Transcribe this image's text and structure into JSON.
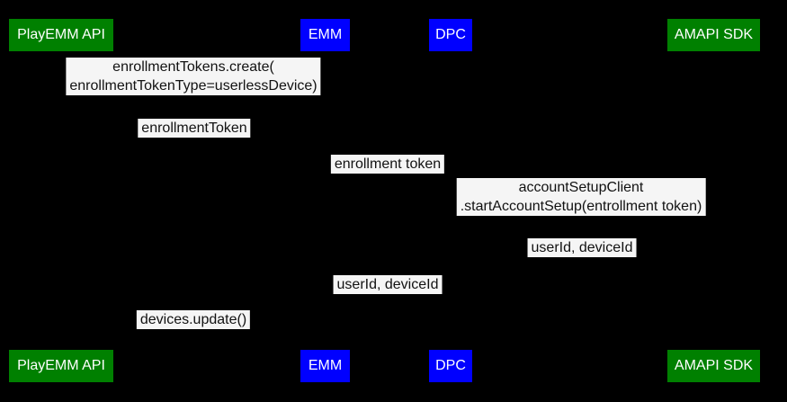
{
  "diagram": {
    "type": "sequence-diagram",
    "background_color": "#000000",
    "colors": {
      "actor_green": "#008000",
      "actor_blue": "#0000ff",
      "actor_text": "#ffffff",
      "message_bg": "#f5f5f5",
      "message_text": "#121212"
    },
    "actors": [
      {
        "id": "playemm-api",
        "label": "PlayEMM API",
        "color": "#008000"
      },
      {
        "id": "emm",
        "label": "EMM",
        "color": "#0000ff"
      },
      {
        "id": "dpc",
        "label": "DPC",
        "color": "#0000ff"
      },
      {
        "id": "amapi-sdk",
        "label": "AMAPI SDK",
        "color": "#008000"
      }
    ],
    "messages": [
      {
        "between": [
          "PlayEMM API",
          "EMM"
        ],
        "lines": [
          "enrollmentTokens.create(",
          "enrollmentTokenType=userlessDevice)"
        ]
      },
      {
        "between": [
          "PlayEMM API",
          "EMM"
        ],
        "lines": [
          "enrollmentToken"
        ]
      },
      {
        "between": [
          "EMM",
          "DPC"
        ],
        "lines": [
          "enrollment token"
        ]
      },
      {
        "between": [
          "DPC",
          "AMAPI SDK"
        ],
        "lines": [
          "accountSetupClient",
          ".startAccountSetup(entrollment token)"
        ]
      },
      {
        "between": [
          "DPC",
          "AMAPI SDK"
        ],
        "lines": [
          "userId, deviceId"
        ]
      },
      {
        "between": [
          "EMM",
          "DPC"
        ],
        "lines": [
          "userId, deviceId"
        ]
      },
      {
        "between": [
          "PlayEMM API",
          "EMM"
        ],
        "lines": [
          "devices.update()"
        ]
      }
    ]
  }
}
